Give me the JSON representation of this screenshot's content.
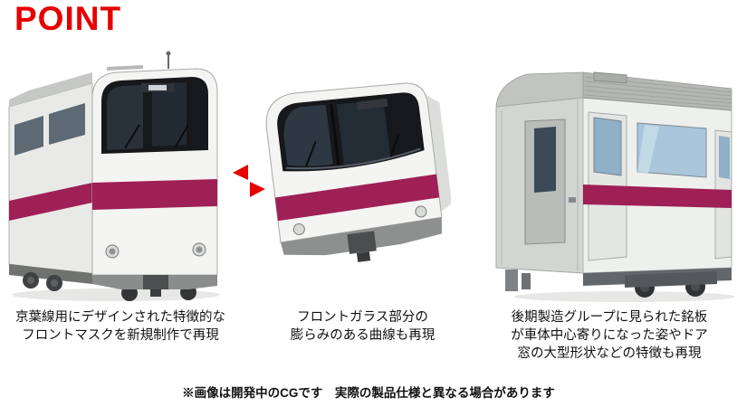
{
  "page": {
    "title": "POINT",
    "disclaimer": "※画像は開発中のCGです　実際の製品仕様と異なる場合があります"
  },
  "panels": [
    {
      "id": "front-mask",
      "caption_lines": [
        "京葉線用にデザインされた特徴的な",
        "フロントマスクを新規制作で再現"
      ]
    },
    {
      "id": "windshield-curve",
      "caption_lines": [
        "フロントガラス部分の",
        "膨らみのある曲線も再現"
      ]
    },
    {
      "id": "body-side-detail",
      "caption_lines": [
        "後期製造グループに見られた銘板",
        "が車体中心寄りになった姿やドア",
        "窓の大型形状などの特徴も再現"
      ]
    }
  ],
  "icons": {
    "arrows": "red-double-arrow"
  },
  "colors": {
    "accent_red": "#e60000",
    "stripe_magenta": "#9e2057"
  }
}
